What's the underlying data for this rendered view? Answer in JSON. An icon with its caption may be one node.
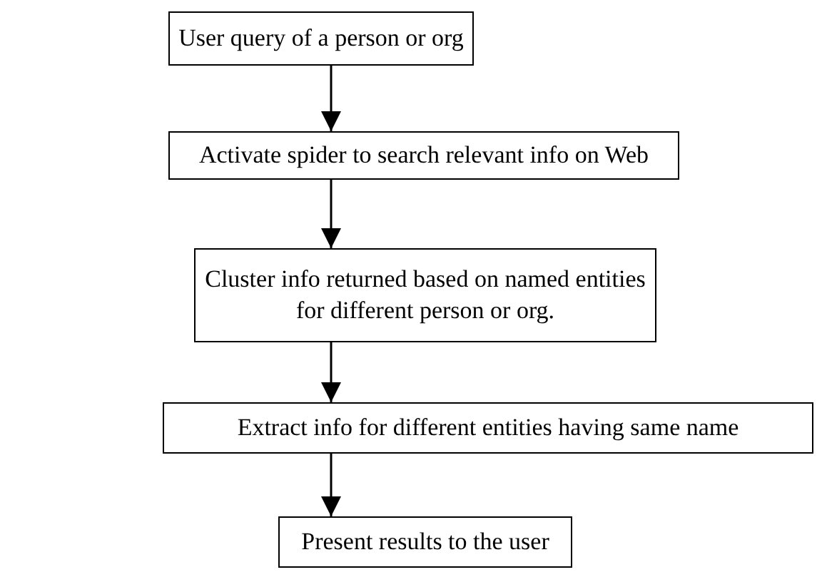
{
  "diagram": {
    "nodes": [
      {
        "text": [
          "User query of a person or org"
        ]
      },
      {
        "text": [
          "Activate spider to search relevant info on Web"
        ]
      },
      {
        "text": [
          "Cluster info returned based on named entities for different person or org."
        ]
      },
      {
        "text": [
          "Extract info for different entities having same name"
        ]
      },
      {
        "text": [
          "Present results to the user"
        ]
      }
    ],
    "edges": [
      {
        "from": 0,
        "to": 1,
        "arrow": "to"
      },
      {
        "from": 1,
        "to": 2,
        "arrow": "to"
      },
      {
        "from": 2,
        "to": 3,
        "arrow": "to"
      },
      {
        "from": 3,
        "to": 4,
        "arrow": "to"
      }
    ]
  }
}
